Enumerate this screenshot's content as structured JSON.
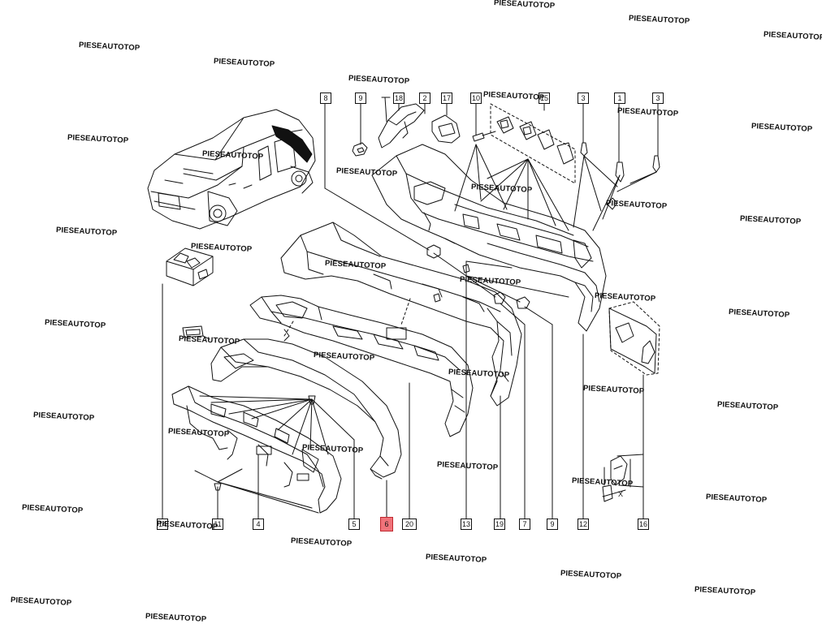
{
  "diagram": {
    "watermark_text": "PIESEAUTOTOP",
    "highlight_color": "#f0737a",
    "callouts": {
      "c8": "8",
      "c9a": "9",
      "c18": "18",
      "c2": "2",
      "c17": "17",
      "c10": "10",
      "c15": "15",
      "c3a": "3",
      "c1": "1",
      "c3b": "3",
      "c14": "14",
      "c11": "11",
      "c4": "4",
      "c5": "5",
      "c6": "6",
      "c20": "20",
      "c13": "13",
      "c19": "19",
      "c7": "7",
      "c9b": "9",
      "c12": "12",
      "c16": "16"
    },
    "highlighted_callout": "6",
    "screw_label": "X"
  }
}
